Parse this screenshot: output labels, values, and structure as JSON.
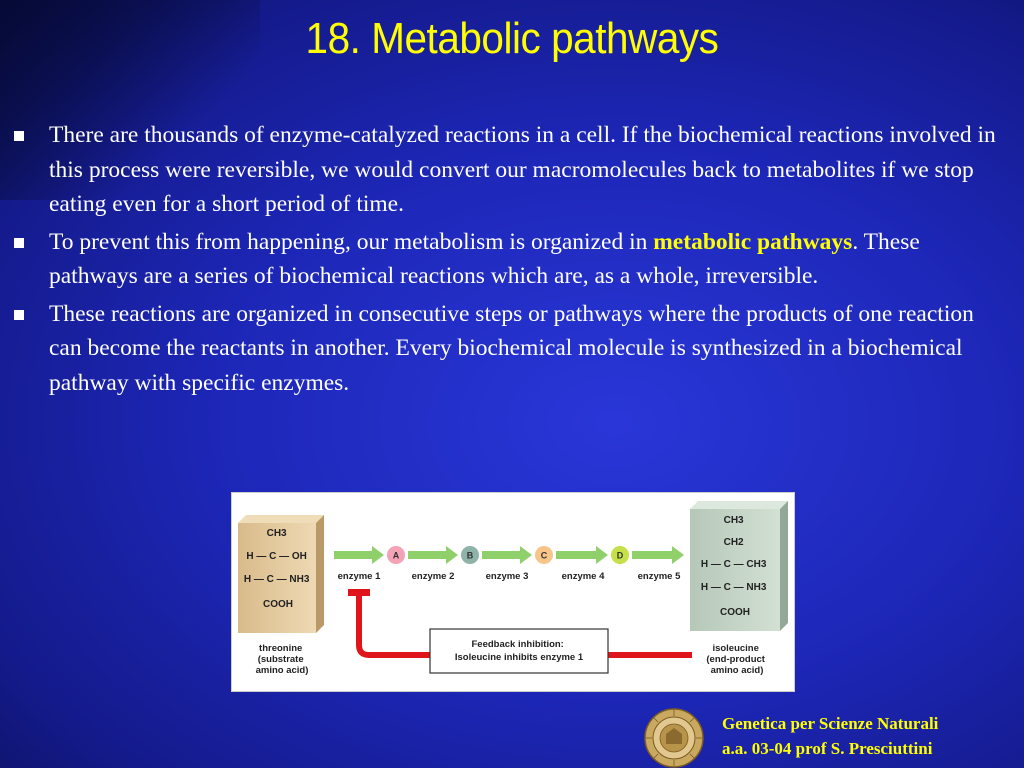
{
  "slide": {
    "title": "18. Metabolic pathways",
    "bullets": [
      {
        "text": "There are thousands of enzyme-catalyzed reactions in a cell. If the biochemical reactions involved in this process were reversible, we would convert our macromolecules back to metabolites if we stop eating even for a short period of time."
      },
      {
        "before": "To prevent this from happening, our metabolism is organized in ",
        "highlight": "metabolic pathways",
        "after": ". These pathways are a series of biochemical reactions which are, as a whole, irreversible."
      },
      {
        "text": "These reactions are organized in consecutive steps or pathways where the products of one reaction can become the reactants in another. Every biochemical molecule is synthesized in a biochemical pathway with specific enzymes."
      }
    ]
  },
  "diagram": {
    "threonine": {
      "structure": [
        "CH3",
        "H — C — OH",
        "H — C — NH3",
        "COOH"
      ],
      "label": [
        "threonine",
        "(substrate",
        "amino acid)"
      ]
    },
    "isoleucine": {
      "structure": [
        "CH3",
        "CH2",
        "H — C — CH3",
        "H — C — NH3",
        "COOH"
      ],
      "label": [
        "isoleucine",
        "(end-product",
        "amino acid)"
      ]
    },
    "intermediates": [
      {
        "label": "A",
        "color": "#f4a3b6"
      },
      {
        "label": "B",
        "color": "#8fb3a8"
      },
      {
        "label": "C",
        "color": "#f7c58a"
      },
      {
        "label": "D",
        "color": "#c6e04a"
      }
    ],
    "enzymes": [
      "enzyme 1",
      "enzyme 2",
      "enzyme 3",
      "enzyme 4",
      "enzyme 5"
    ],
    "feedback": [
      "Feedback inhibition:",
      "Isoleucine inhibits enzyme 1"
    ],
    "colors": {
      "arrow": "#8fd06a",
      "inhibit": "#e0151b",
      "box_left": "#e2c79c",
      "box_right": "#c2d3c4"
    }
  },
  "footer": {
    "line1": "Genetica per Scienze Naturali",
    "line2": "a.a. 03-04 prof S. Presciuttini"
  }
}
